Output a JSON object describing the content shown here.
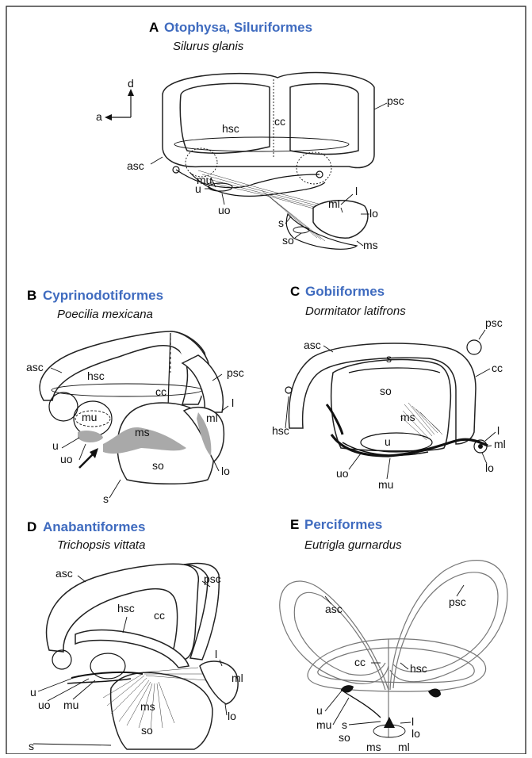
{
  "panels": {
    "A": {
      "letter": "A",
      "taxon": "Otophysa, Siluriformes",
      "species": "Silurus glanis",
      "axis": {
        "d": "d",
        "a": "a"
      },
      "labels": {
        "psc": "psc",
        "cc": "cc",
        "hsc": "hsc",
        "asc": "asc",
        "mu": "mu",
        "u": "u",
        "uo": "uo",
        "l": "l",
        "ml": "ml",
        "lo": "lo",
        "s": "s",
        "so": "so",
        "ms": "ms"
      }
    },
    "B": {
      "letter": "B",
      "taxon": "Cyprinodotiformes",
      "species": "Poecilia mexicana",
      "labels": {
        "asc": "asc",
        "hsc": "hsc",
        "cc": "cc",
        "psc": "psc",
        "l": "l",
        "ml": "ml",
        "mu": "mu",
        "ms": "ms",
        "u": "u",
        "uo": "uo",
        "so": "so",
        "lo": "lo",
        "s": "s"
      }
    },
    "C": {
      "letter": "C",
      "taxon": "Gobiiformes",
      "species": "Dormitator latifrons",
      "labels": {
        "psc": "psc",
        "asc": "asc",
        "s": "s",
        "cc": "cc",
        "so": "so",
        "ms": "ms",
        "hsc": "hsc",
        "l": "l",
        "ml": "ml",
        "u": "u",
        "lo": "lo",
        "uo": "uo",
        "mu": "mu"
      }
    },
    "D": {
      "letter": "D",
      "taxon": "Anabantiformes",
      "species": "Trichopsis vittata",
      "labels": {
        "asc": "asc",
        "psc": "psc",
        "hsc": "hsc",
        "cc": "cc",
        "l": "l",
        "ml": "ml",
        "u": "u",
        "uo": "uo",
        "mu": "mu",
        "ms": "ms",
        "lo": "lo",
        "so": "so",
        "s": "s"
      }
    },
    "E": {
      "letter": "E",
      "taxon": "Perciformes",
      "species": "Eutrigla gurnardus",
      "labels": {
        "psc": "psc",
        "asc": "asc",
        "cc": "cc",
        "hsc": "hsc",
        "u": "u",
        "mu": "mu",
        "s": "s",
        "l": "l",
        "lo": "lo",
        "so": "so",
        "ms": "ms",
        "ml": "ml"
      }
    }
  }
}
